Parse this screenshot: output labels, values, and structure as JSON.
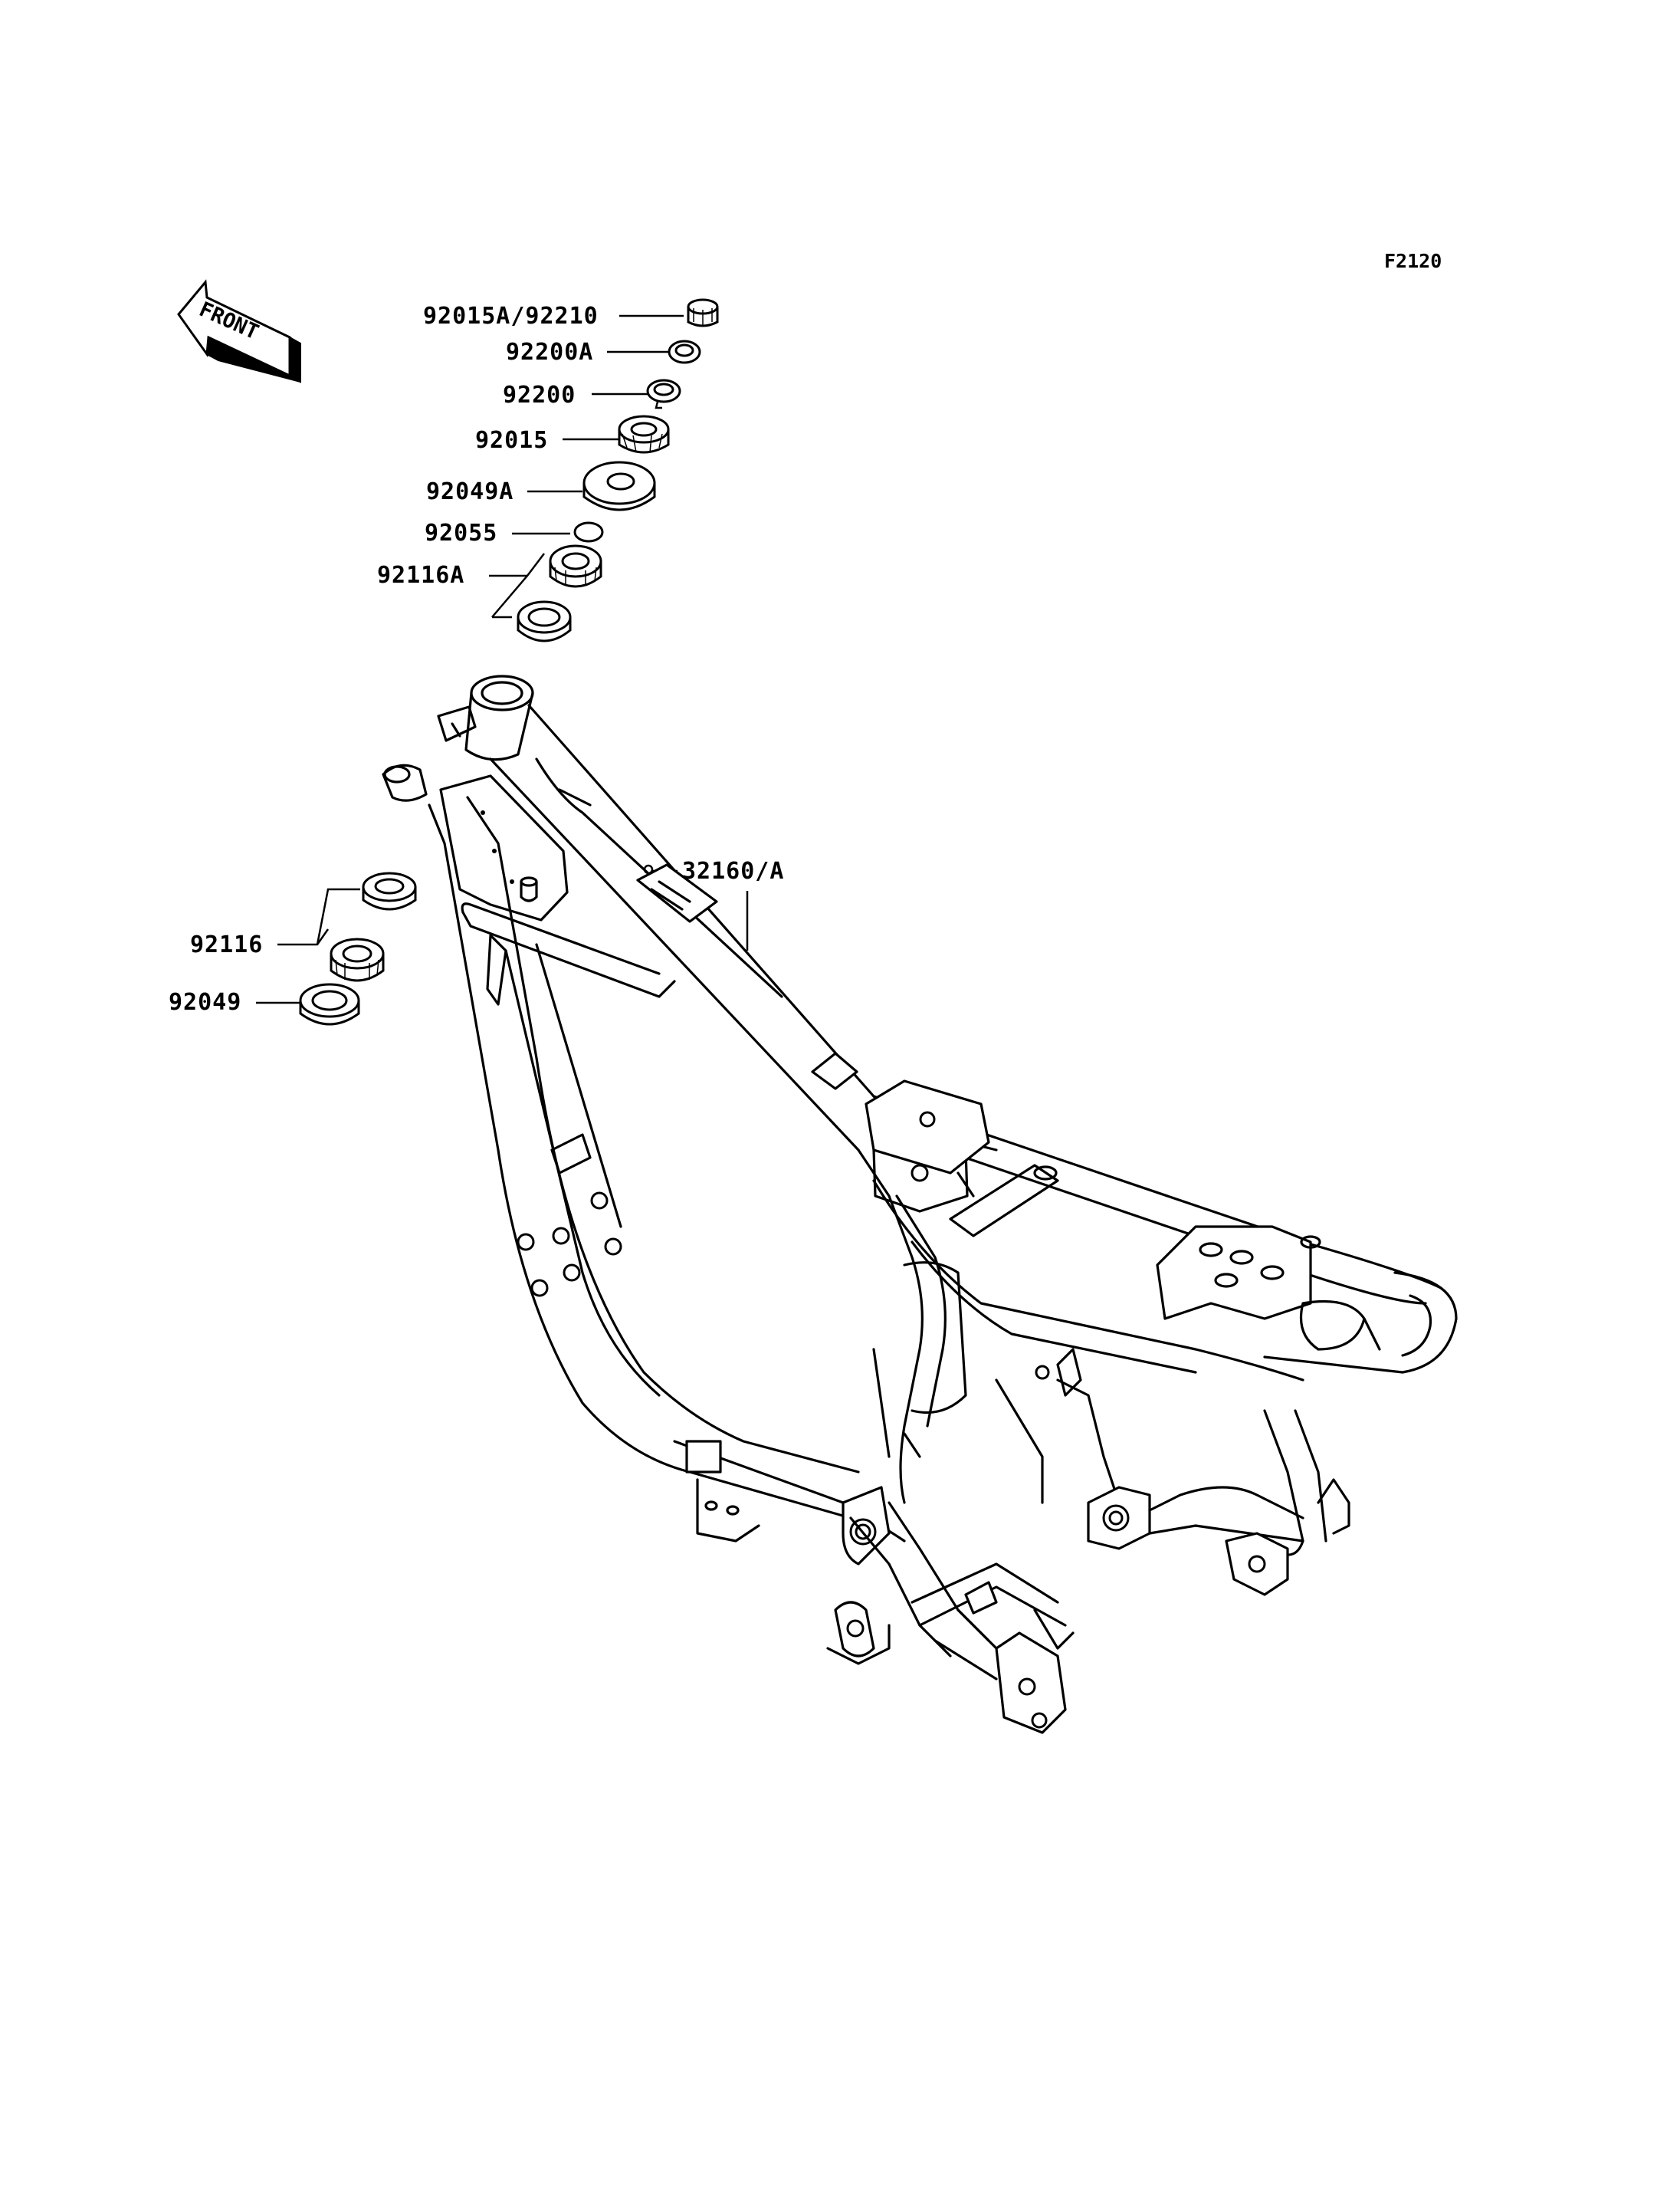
{
  "figure_code": "F2120",
  "front_arrow": {
    "text": "FRONT",
    "icon": "front-direction-arrow-icon"
  },
  "parts": [
    {
      "id": "p1",
      "number": "92015A/92210"
    },
    {
      "id": "p2",
      "number": "92200A"
    },
    {
      "id": "p3",
      "number": "92200"
    },
    {
      "id": "p4",
      "number": "92015"
    },
    {
      "id": "p5",
      "number": "92049A"
    },
    {
      "id": "p6",
      "number": "92055"
    },
    {
      "id": "p7",
      "number": "92116A"
    },
    {
      "id": "p8",
      "number": "32160/A"
    },
    {
      "id": "p9",
      "number": "92116"
    },
    {
      "id": "p10",
      "number": "92049"
    }
  ]
}
